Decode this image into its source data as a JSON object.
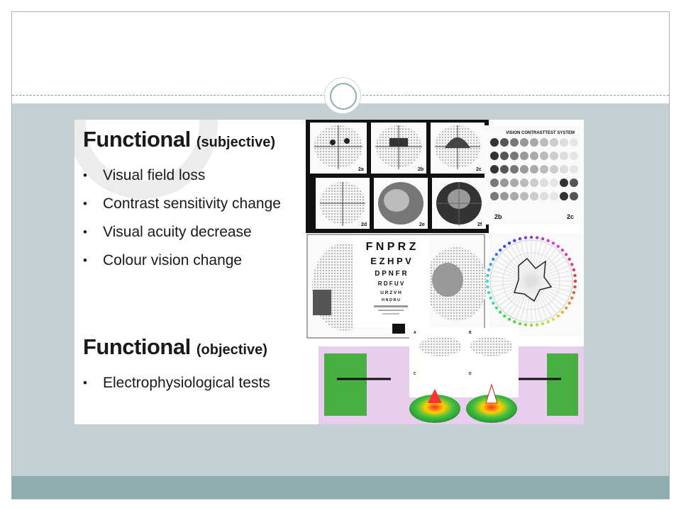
{
  "slide": {
    "colors": {
      "body_band": "#c4d0d3",
      "footer_band": "#8fadac",
      "accent": "#8fadac"
    },
    "subjective": {
      "heading": "Functional",
      "qualifier": "(subjective)",
      "items": [
        "Visual field loss",
        "Contrast sensitivity change",
        "Visual acuity decrease",
        "Colour vision change"
      ]
    },
    "objective": {
      "heading": "Functional",
      "qualifier": "(objective)",
      "items": [
        "Electrophysiological tests"
      ]
    },
    "collage": {
      "field_labels": [
        "2a",
        "2b",
        "2c",
        "2d",
        "2e",
        "2f"
      ],
      "contrast_title": "VISION CONTRASTTEST SYSTEM",
      "contrast_labels": [
        "2b",
        "2c"
      ],
      "eye_chart_rows": [
        "F N P R Z",
        "E Z H P V",
        "D P N F R",
        "R D F U V",
        "U R Z V H",
        "H N D R U"
      ],
      "erg_labels": [
        "A",
        "B",
        "C",
        "D"
      ]
    }
  }
}
